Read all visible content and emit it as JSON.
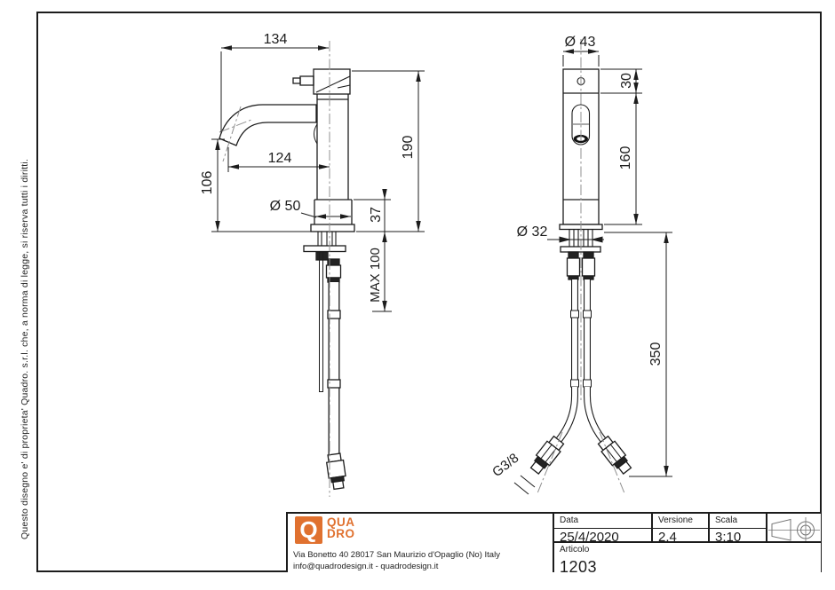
{
  "note": "Questo disegno e' di proprieta' Quadro. s.r.l. che, a norma di legge, si riserva tutti i diritti.",
  "dims": {
    "spout_overall": "134",
    "total_height": "190",
    "spout_reach": "124",
    "spout_height": "106",
    "base_dia": "Ø 50",
    "base_h": "37",
    "deck_max": "MAX 100",
    "top_dia": "Ø 43",
    "cap_h": "30",
    "body_h": "160",
    "shank_dia": "Ø 32",
    "hose_len": "350",
    "thread": "G3/8"
  },
  "title_block": {
    "logo_mark": "Q",
    "logo_top": "QUA",
    "logo_bottom": "DRO",
    "address1": "Via Bonetto 40  28017 San Maurizio d'Opaglio (No) Italy",
    "address2": "info@quadrodesign.it  -  quadrodesign.it",
    "data_label": "Data",
    "data_value": "25/4/2020",
    "versione_label": "Versione",
    "versione_value": "2.4",
    "scala_label": "Scala",
    "scala_value": "3:10",
    "articolo_label": "Articolo",
    "articolo_value": "1203"
  },
  "colors": {
    "brand_orange": "#E0712F",
    "line_black": "#1c1c1c",
    "centerline_gray": "#909090"
  }
}
